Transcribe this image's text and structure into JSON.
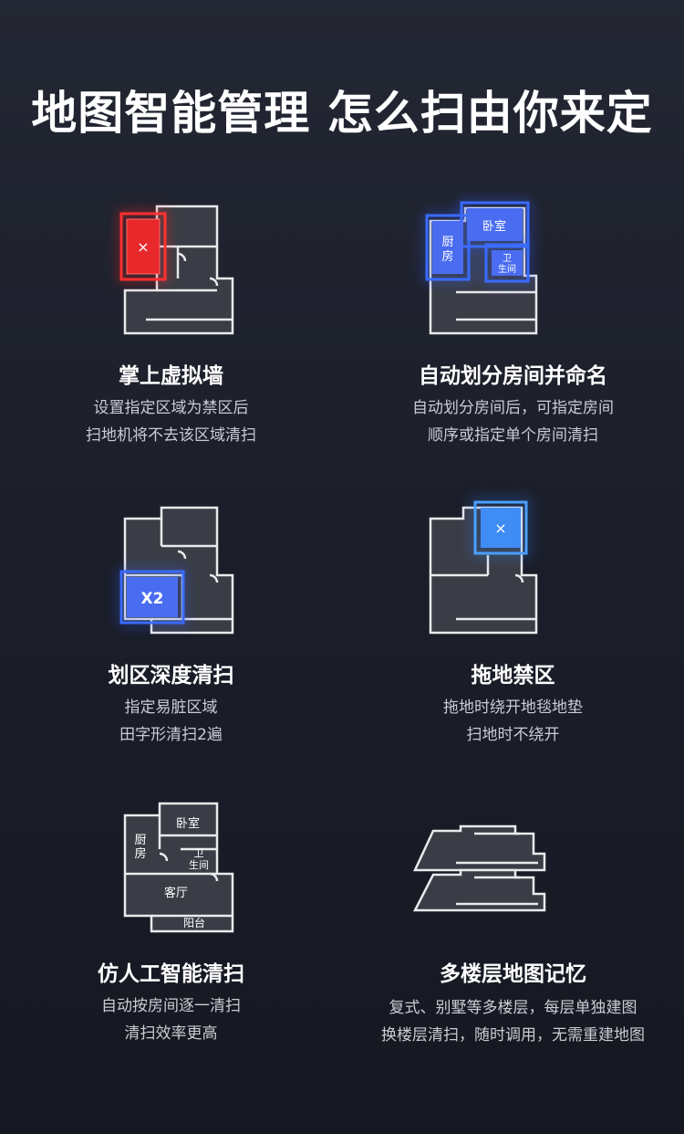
{
  "title": "地图智能管理  怎么扫由你来定",
  "features": [
    {
      "title": "掌上虚拟墙",
      "lines": [
        "设置指定区域为禁区后",
        "扫地机将不去该区域清扫"
      ]
    },
    {
      "title": "自动划分房间并命名",
      "lines": [
        "自动划分房间后，可指定房间",
        "顺序或指定单个房间清扫"
      ]
    },
    {
      "title": "划区深度清扫",
      "lines": [
        "指定易脏区域",
        "田字形清扫2遍"
      ]
    },
    {
      "title": "拖地禁区",
      "lines": [
        "拖地时绕开地毯地垫",
        "扫地时不绕开"
      ]
    },
    {
      "title": "仿人工智能清扫",
      "lines": [
        "自动按房间逐一清扫",
        "清扫效率更高"
      ]
    },
    {
      "title": "多楼层地图记忆",
      "lines": [
        "复式、别墅等多楼层，每层单独建图",
        "换楼层清扫，随时调用，无需重建地图"
      ]
    }
  ],
  "rooms": {
    "kitchen_1": "厨",
    "kitchen_2": "房",
    "bedroom": "卧室",
    "bath_1": "卫",
    "bath_2": "生间",
    "living": "客厅",
    "balcony": "阳台"
  },
  "marks": {
    "x": "×",
    "x2": "X2"
  },
  "colors": {
    "red": "#ff3030",
    "blue": "#3a6bff",
    "cyan": "#4aa0ff"
  }
}
